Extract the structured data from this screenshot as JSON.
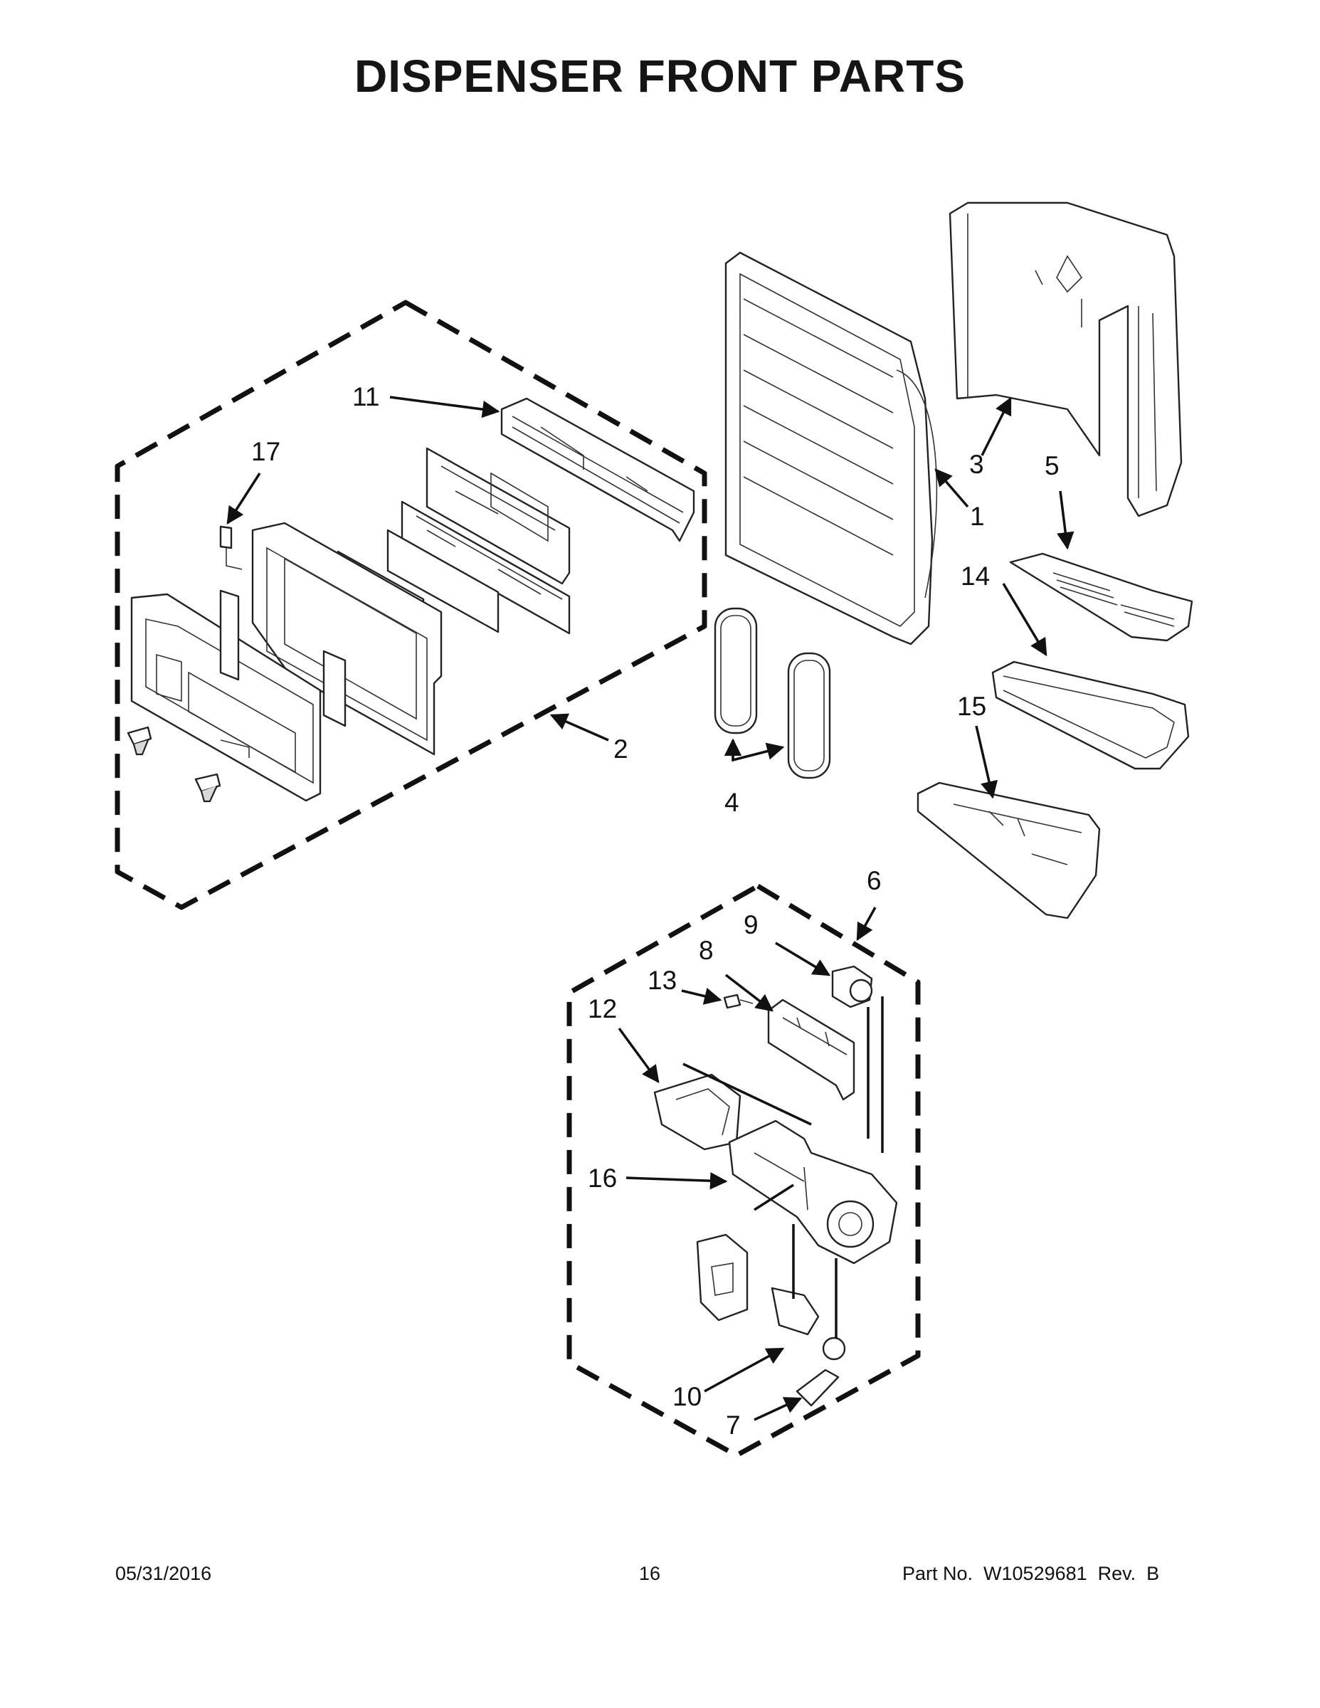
{
  "page": {
    "title": "DISPENSER FRONT PARTS"
  },
  "callouts": [
    "1",
    "2",
    "3",
    "4",
    "5",
    "6",
    "7",
    "8",
    "9",
    "10",
    "11",
    "12",
    "13",
    "14",
    "15",
    "16",
    "17"
  ],
  "footer": {
    "date": "05/31/2016",
    "page_number": "16",
    "part_number": "Part No.  W10529681  Rev.  B"
  }
}
